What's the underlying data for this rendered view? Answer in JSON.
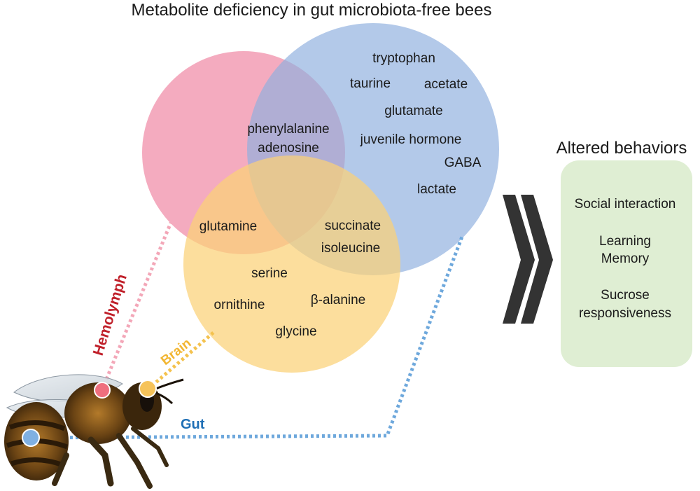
{
  "title": "Metabolite deficiency in gut microbiota-free bees",
  "regions": {
    "hemolymph_only": [],
    "gut_only": [
      "tryptophan",
      "taurine",
      "acetate",
      "glutamate",
      "juvenile hormone",
      "GABA",
      "lactate"
    ],
    "hemolymph_gut": [
      "phenylalanine",
      "adenosine"
    ],
    "hemolymph_brain": [
      "glutamine"
    ],
    "brain_gut": [
      "succinate",
      "isoleucine"
    ],
    "brain_only": [
      "serine",
      "ornithine",
      "β-alanine",
      "glycine"
    ]
  },
  "tissues": {
    "hemolymph": {
      "label": "Hemolymph",
      "color": "#c0202a",
      "circle_color": "#f08aa6"
    },
    "brain": {
      "label": "Brain",
      "color": "#f2b632",
      "circle_color": "#fbd177"
    },
    "gut": {
      "label": "Gut",
      "color": "#1f6fb5",
      "circle_color": "#8fb0de"
    }
  },
  "behaviors": {
    "title": "Altered behaviors",
    "items": [
      "Social interaction",
      "Learning",
      "Memory",
      "Sucrose",
      "responsiveness"
    ]
  }
}
